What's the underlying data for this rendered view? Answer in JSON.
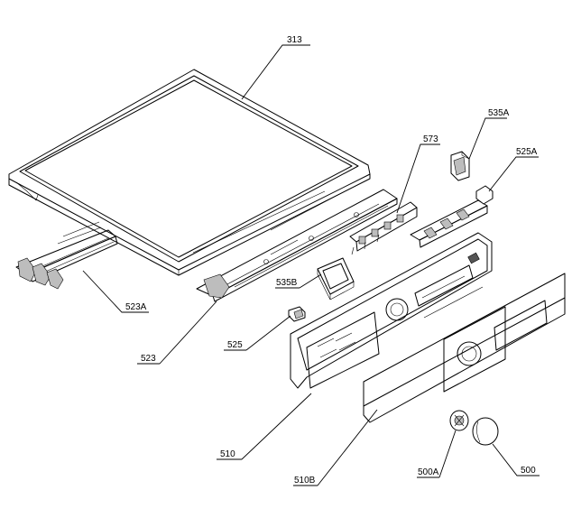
{
  "diagram": {
    "callouts": [
      {
        "id": "313",
        "label": "313"
      },
      {
        "id": "535A",
        "label": "535A"
      },
      {
        "id": "573",
        "label": "573"
      },
      {
        "id": "525A",
        "label": "525A"
      },
      {
        "id": "523A",
        "label": "523A"
      },
      {
        "id": "535B",
        "label": "535B"
      },
      {
        "id": "525",
        "label": "525"
      },
      {
        "id": "523",
        "label": "523"
      },
      {
        "id": "510",
        "label": "510"
      },
      {
        "id": "510B",
        "label": "510B"
      },
      {
        "id": "500A",
        "label": "500A"
      },
      {
        "id": "500",
        "label": "500"
      }
    ]
  }
}
